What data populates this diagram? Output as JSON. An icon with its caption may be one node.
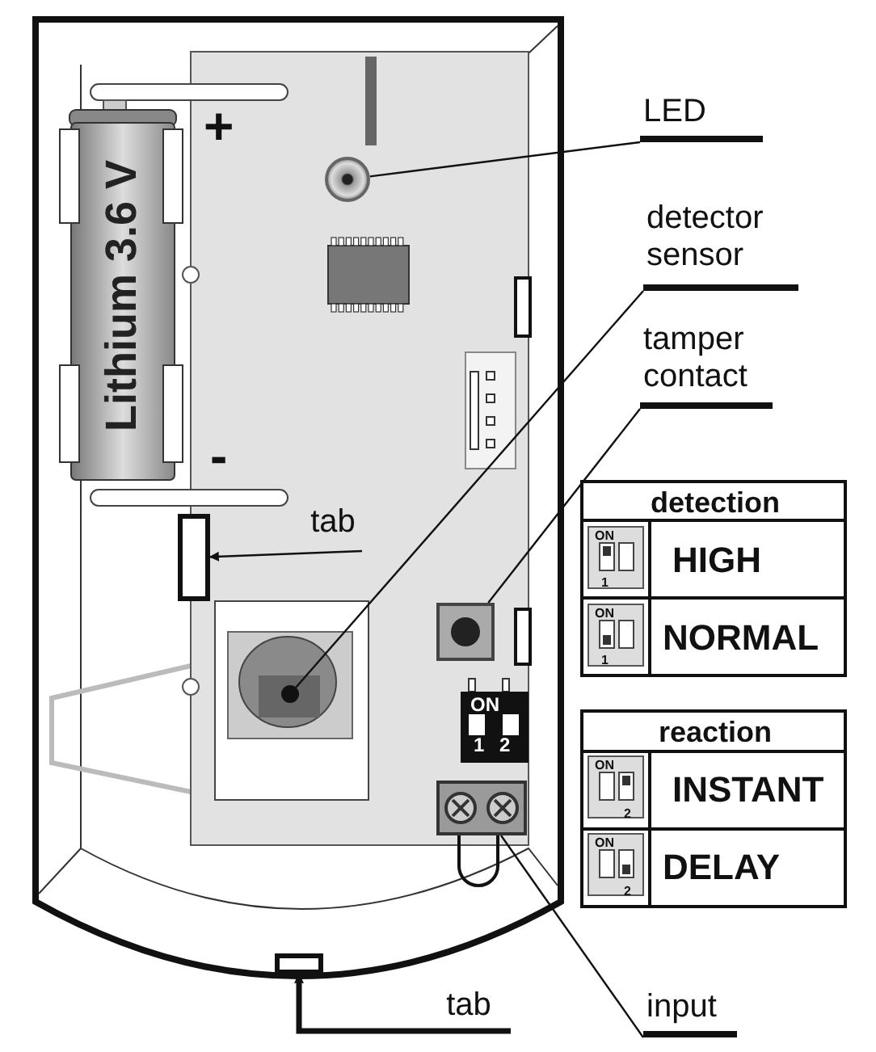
{
  "diagram": {
    "nodes": [
      {
        "text": [
          "LED"
        ]
      },
      {
        "text": [],
        "shape": "circle"
      },
      {
        "text": [
          "detector sensor"
        ]
      },
      {
        "text": [],
        "shape": "circle"
      },
      {
        "text": [
          "tamper contact"
        ]
      },
      {
        "text": [],
        "shape": "box"
      },
      {
        "text": [
          "tab"
        ]
      },
      {
        "text": [],
        "shape": "box"
      },
      {
        "text": [
          "tab"
        ]
      },
      {
        "text": [],
        "shape": "box"
      },
      {
        "text": [
          "input"
        ]
      },
      {
        "text": [],
        "shape": "box"
      }
    ],
    "edges": [
      {
        "from": 0,
        "to": 1,
        "arrow": "none"
      },
      {
        "from": 2,
        "to": 3,
        "arrow": "none"
      },
      {
        "from": 4,
        "to": 5,
        "arrow": "none"
      },
      {
        "from": 6,
        "to": 7,
        "arrow": "to"
      },
      {
        "from": 8,
        "to": 9,
        "arrow": "to",
        "style": "thick"
      },
      {
        "from": 10,
        "to": 11,
        "arrow": "none"
      }
    ],
    "labels": [
      "+",
      "Lithium 3.6 V",
      "-",
      "detection",
      "ON",
      "1",
      "HIGH",
      "ON",
      "1",
      "NORMAL",
      "ON",
      "1",
      "2",
      "reaction",
      "ON",
      "2",
      "INSTANT",
      "ON",
      "2",
      "DELAY"
    ]
  }
}
